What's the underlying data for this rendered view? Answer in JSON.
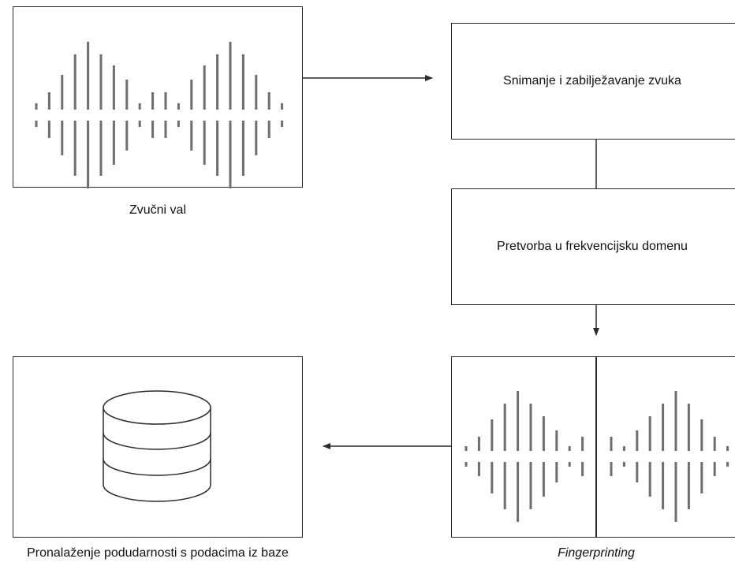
{
  "diagram": {
    "sound_wave_caption": "Zvučni val",
    "recording_step": "Snimanje i zabilježavanje zvuka",
    "frequency_step": "Pretvorba u frekvencijsku domenu",
    "fingerprinting_caption": "Fingerprinting",
    "matching_caption": "Pronalaženje podudarnosti s podacima iz baze"
  },
  "icons": [
    "waveform-icon",
    "database-icon",
    "arrow-right-icon",
    "arrow-down-icon",
    "arrow-left-icon"
  ],
  "colors": {
    "stroke": "#2a2a2a",
    "waveform": "#6e6e6e",
    "background": "#ffffff"
  }
}
